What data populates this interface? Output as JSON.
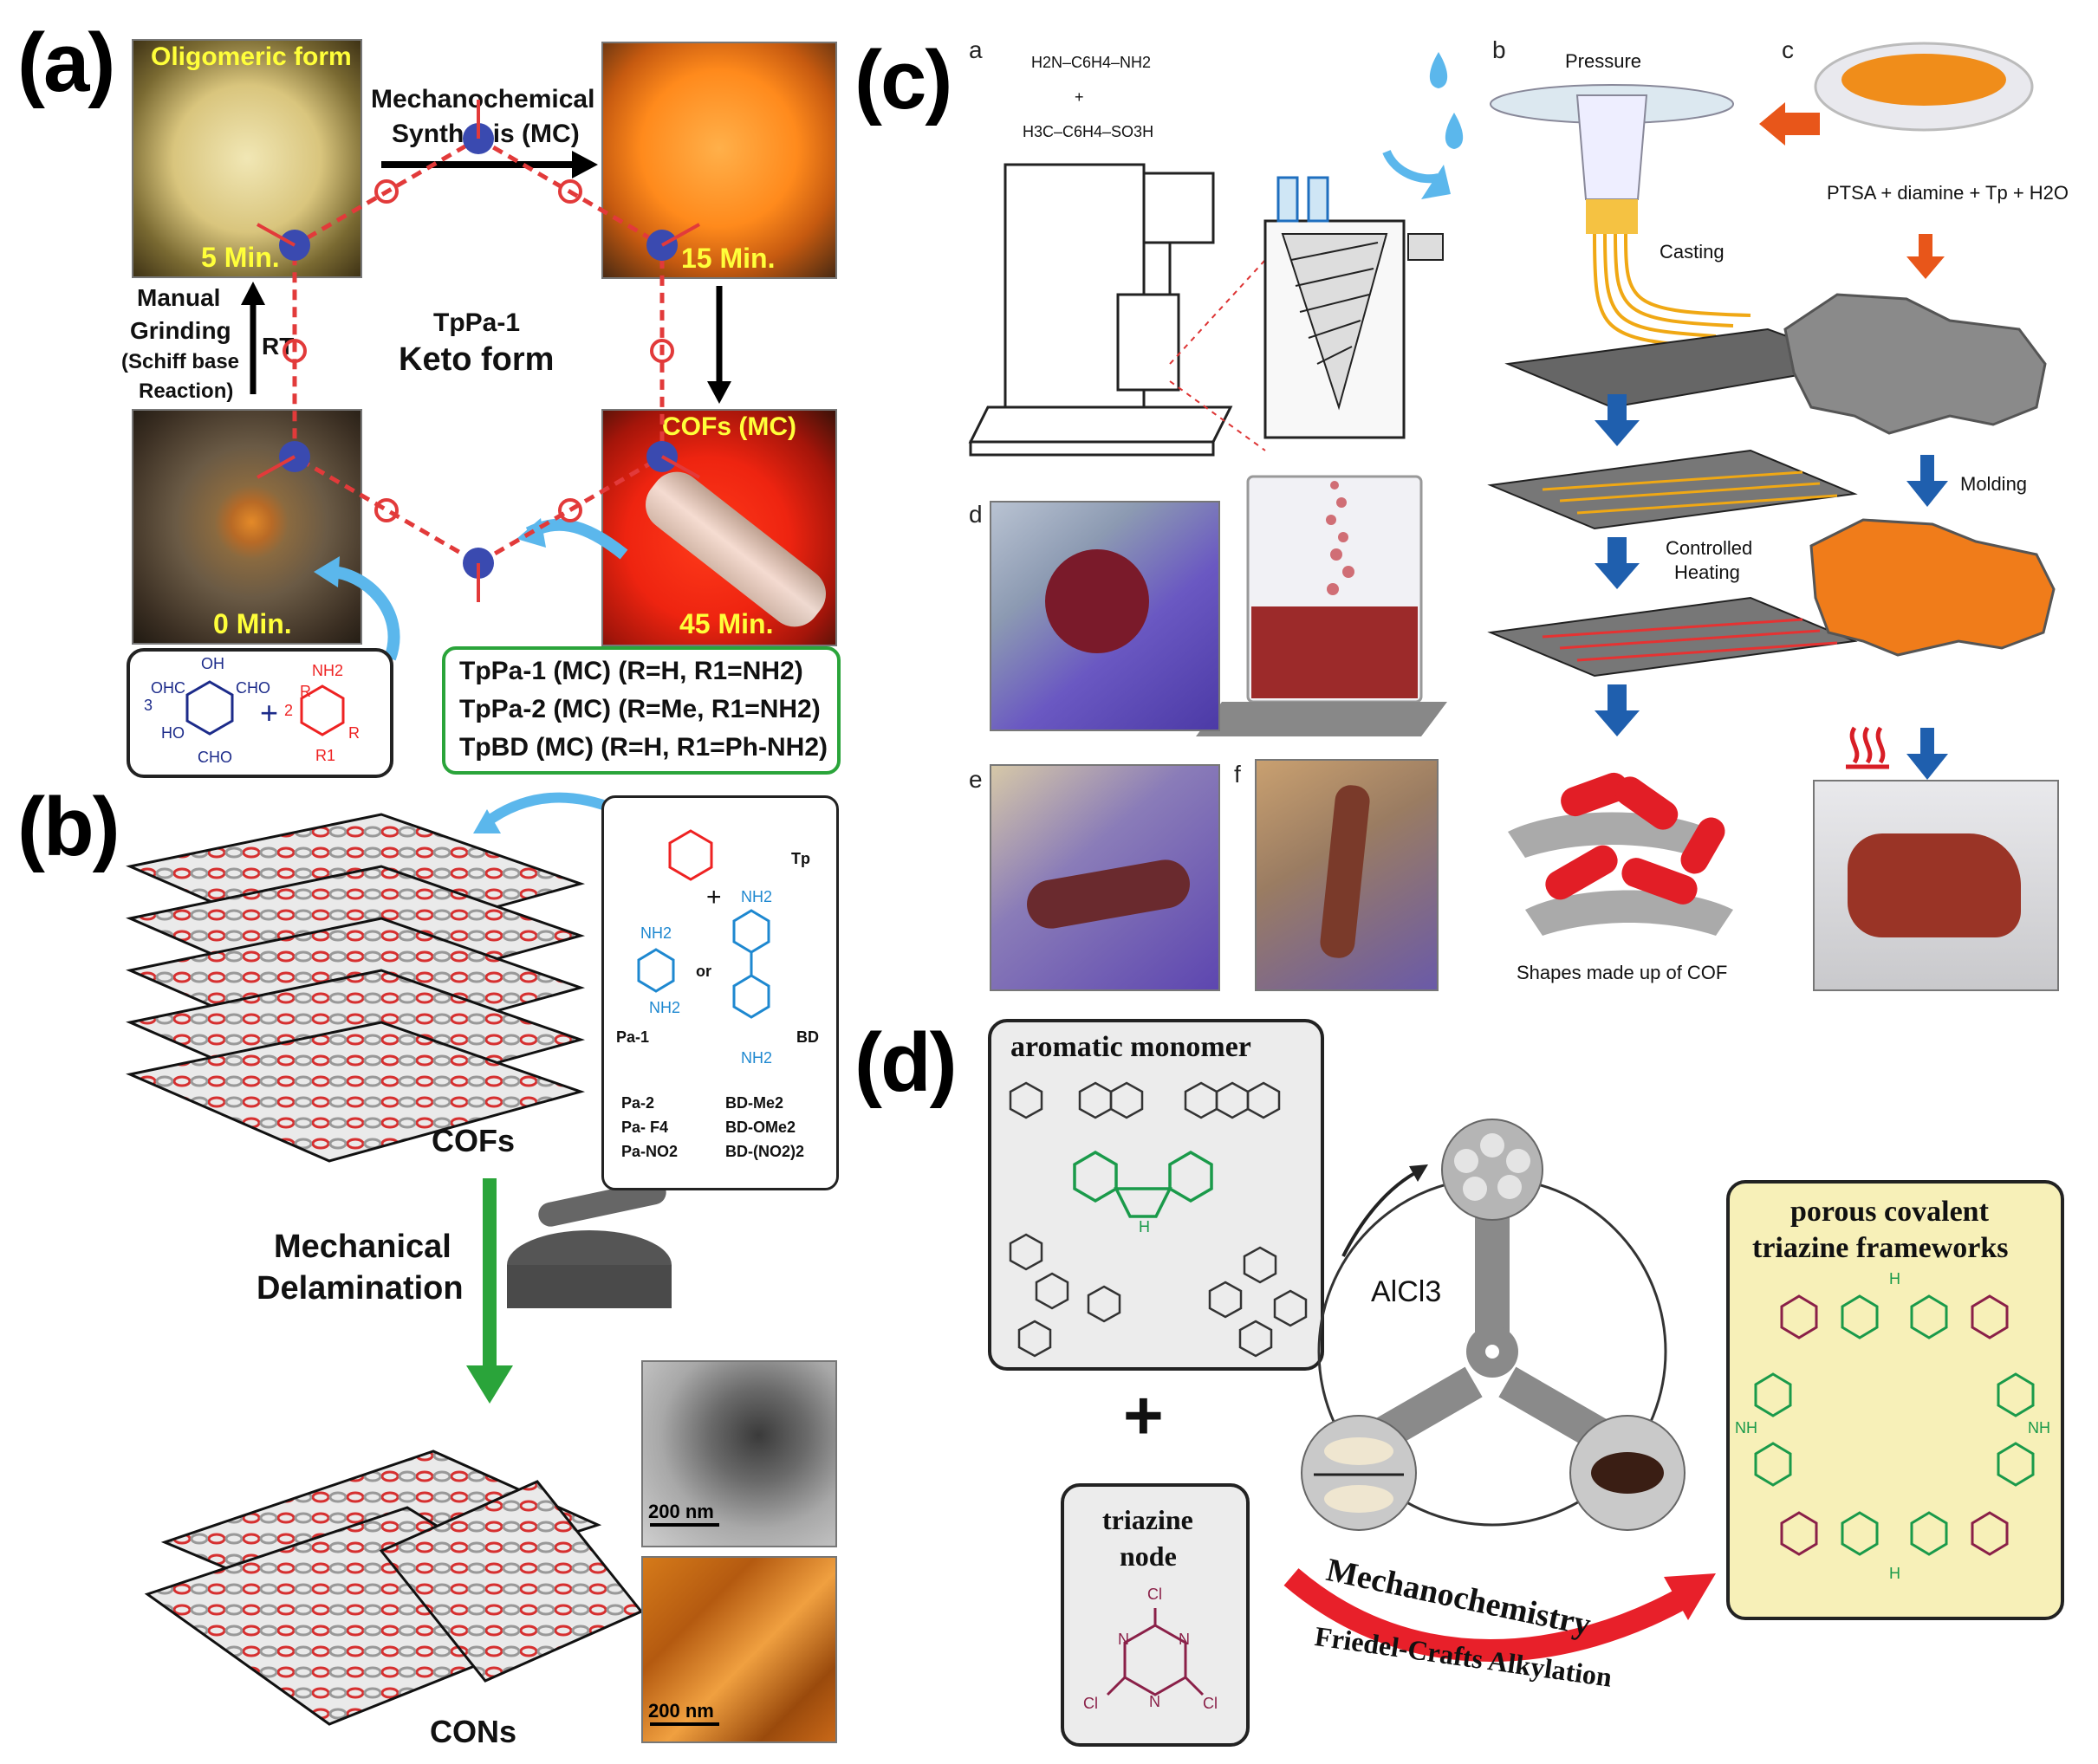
{
  "panel_a": {
    "label": "(a)",
    "photo_oligomeric": {
      "title": "Oligomeric form",
      "time": "5 Min."
    },
    "photo_mc": {
      "time": "15 Min."
    },
    "photo_start": {
      "time": "0 Min."
    },
    "photo_cofs": {
      "title": "COFs (MC)",
      "time": "45 Min."
    },
    "arrow_top_label_1": "Mechanochemical",
    "arrow_top_label_2": "Synthesis (MC)",
    "manual_1": "Manual",
    "manual_2": "Grinding",
    "manual_3": "(Schiff base",
    "manual_4": "Reaction)",
    "rt": "RT",
    "center_1": "TpPa-1",
    "center_2": "Keto form",
    "reactants": {
      "coef1": "3",
      "plus": "+",
      "coef2": "2",
      "oh": "OH",
      "ohc": "OHC",
      "cho": "CHO",
      "ho": "HO",
      "nh2": "NH2",
      "r": "R",
      "r1": "R1"
    },
    "products": [
      "TpPa-1 (MC) (R=H, R1=NH2)",
      "TpPa-2 (MC) (R=Me, R1=NH2)",
      "TpBD (MC) (R=H, R1=Ph-NH2)"
    ]
  },
  "panel_b": {
    "label": "(b)",
    "cofs_label": "COFs",
    "mech_1": "Mechanical",
    "mech_2": "Delamination",
    "cons_label": "CONs",
    "scale_1": "200 nm",
    "scale_2": "200 nm",
    "legend": {
      "tp": "Tp",
      "plus": "+",
      "nh2": "NH2",
      "or": "or",
      "pa1": "Pa-1",
      "bd": "BD",
      "col1": [
        "Pa-2",
        "Pa- F4",
        "Pa-NO2"
      ],
      "col2": [
        "BD-Me2",
        "BD-OMe2",
        "BD-(NO2)2"
      ]
    }
  },
  "panel_c": {
    "label": "(c)",
    "sub_a": "a",
    "sub_b": "b",
    "sub_c": "c",
    "sub_d": "d",
    "sub_e": "e",
    "sub_f": "f",
    "reagent_top": "H2N–C6H4–NH2",
    "reagent_plus": "+",
    "reagent_bottom": "H3C–C6H4–SO3H",
    "pressure": "Pressure",
    "casting": "Casting",
    "controlled_1": "Controlled",
    "controlled_2": "Heating",
    "shapes": "Shapes made up of COF",
    "ptsa": "PTSA + diamine + Tp + H2O",
    "molding": "Molding",
    "colors": {
      "orange": "#f07c1a",
      "red": "#d81e26",
      "blue": "#1f5fae"
    }
  },
  "panel_d": {
    "label": "(d)",
    "aromatic_title": "aromatic monomer",
    "triazine_title_1": "triazine",
    "triazine_title_2": "node",
    "cl": "Cl",
    "n": "N",
    "alcl3": "AlCl3",
    "plus": "+",
    "mechano": "Mechanochemistry",
    "friedel": "Friedel-Crafts Alkylation",
    "porous_1": "porous covalent",
    "porous_2": "triazine frameworks",
    "nh": "NH",
    "h": "H"
  }
}
